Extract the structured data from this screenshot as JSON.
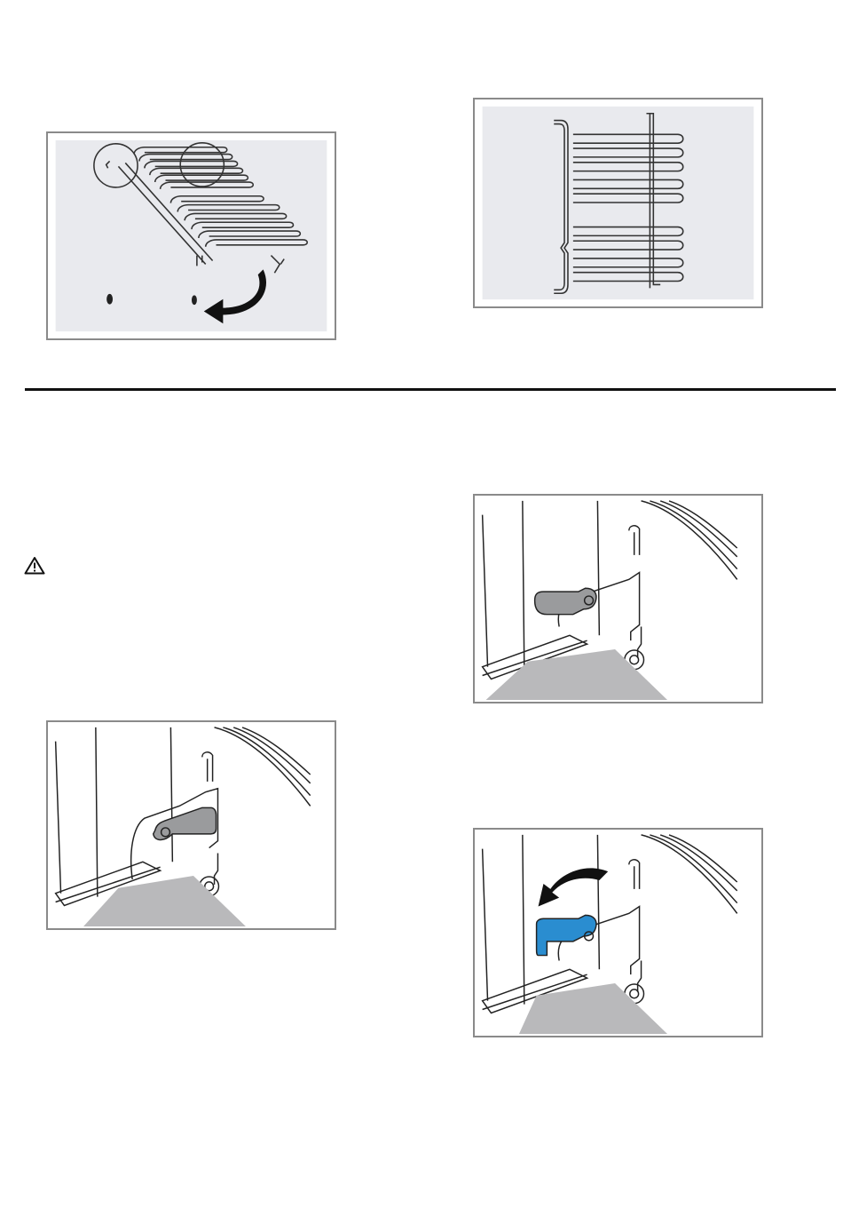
{
  "page": {
    "background": "#ffffff"
  },
  "figures": {
    "rack_removal": {
      "icon": "shelf-rack-removal-illustration",
      "arrow_color": "#111111",
      "panel_color": "#e9eaee"
    },
    "rack_front": {
      "icon": "shelf-rack-front-illustration",
      "panel_color": "#e9eaee"
    },
    "door_hinge_1": {
      "icon": "door-hinge-lever-illustration",
      "lever_color": "#9a9b9d"
    },
    "door_hinge_2": {
      "icon": "door-hinge-lever-closed-illustration",
      "lever_color": "#9a9b9d"
    },
    "door_hinge_3": {
      "icon": "door-hinge-lever-fold-illustration",
      "lever_color": "#2a8dd0",
      "arrow_color": "#111111"
    }
  },
  "separator": {
    "color": "#111111"
  },
  "warning": {
    "icon": "warning-triangle-icon"
  }
}
